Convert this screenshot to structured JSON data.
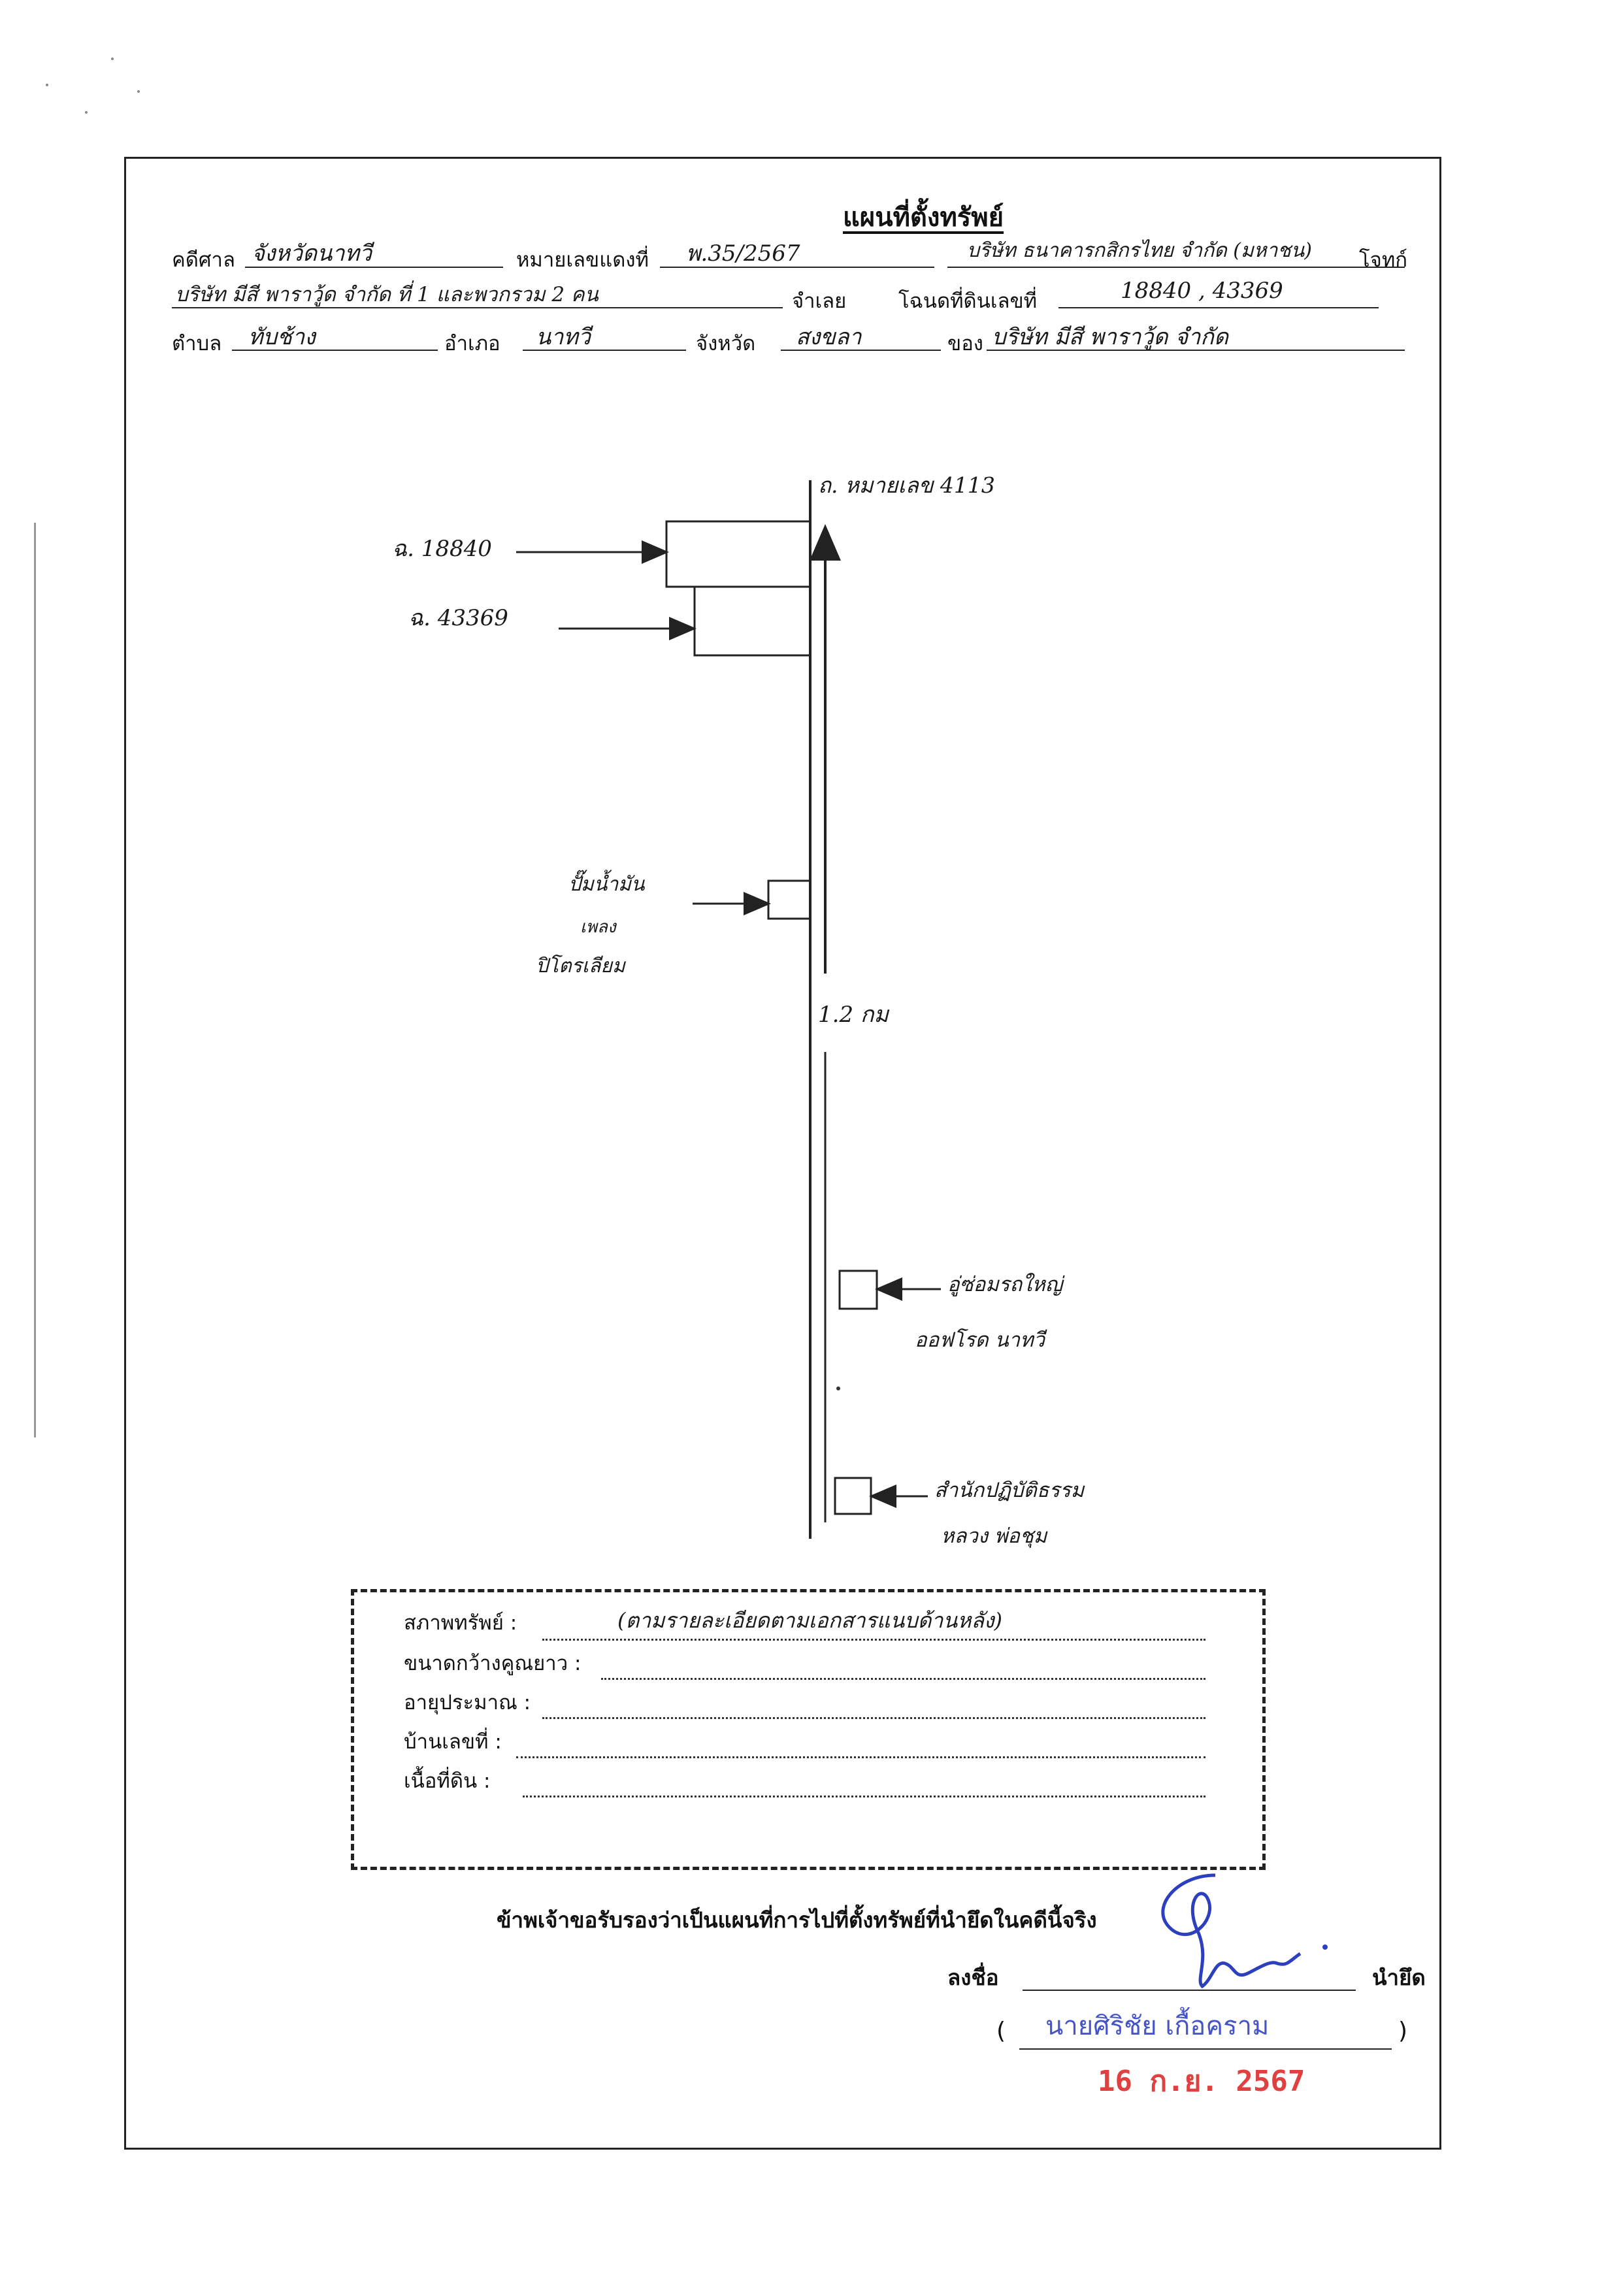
{
  "title": "แผนที่ตั้งทรัพย์",
  "header": {
    "court_label": "คดีศาล",
    "court_value": "จังหวัดนาทวี",
    "case_no_label": "หมายเลขแดงที่",
    "case_no_value": "พ.35/2567",
    "plaintiff_value": "บริษัท ธนาคารกสิกรไทย จำกัด (มหาชน)",
    "plaintiff_label": "โจทก์",
    "defendant_value": "บริษัท มีสี พาราวู้ด จำกัด ที่ 1 และพวกรวม 2 คน",
    "defendant_label": "จำเลย",
    "deed_label": "โฉนดที่ดินเลขที่",
    "deed_value": "18840 , 43369",
    "subdistrict_label": "ตำบล",
    "subdistrict_value": "ทับช้าง",
    "district_label": "อำเภอ",
    "district_value": "นาทวี",
    "province_label": "จังหวัด",
    "province_value": "สงขลา",
    "owner_label": "ของ",
    "owner_value": "บริษัท มีสี พาราวู้ด จำกัด"
  },
  "map": {
    "road_label": "ถ. หมายเลข 4113",
    "plot1_label": "ฉ. 18840",
    "plot2_label": "ฉ. 43369",
    "landmark1_lines": [
      "ปั๊มน้ำมัน",
      "เพลง",
      "ปิโตรเลียม"
    ],
    "distance_label": "1.2 กม",
    "landmark2_lines": [
      "อู่ซ่อมรถใหญ่",
      "ออฟโรด นาทวี"
    ],
    "landmark3_lines": [
      "สำนักปฏิบัติธรรม",
      "หลวง พ่อชุม"
    ]
  },
  "property": {
    "condition_label": "สภาพทรัพย์ :",
    "condition_value": "(ตามรายละเอียดตามเอกสารแนบด้านหลัง)",
    "size_label": "ขนาดกว้างคูณยาว :",
    "age_label": "อายุประมาณ :",
    "house_no_label": "บ้านเลขที่ :",
    "land_area_label": "เนื้อที่ดิน :"
  },
  "certification": "ข้าพเจ้าขอรับรองว่าเป็นแผนที่การไปที่ตั้งทรัพย์ที่นำยึดในคดีนี้จริง",
  "signature": {
    "sign_label": "ลงชื่อ",
    "role_label": "นำยึด",
    "open_paren": "(",
    "close_paren": ")",
    "stamp_name": "นายศิริชัย เกื้อคราม",
    "stamp_date": "16 ก.ย. 2567"
  }
}
